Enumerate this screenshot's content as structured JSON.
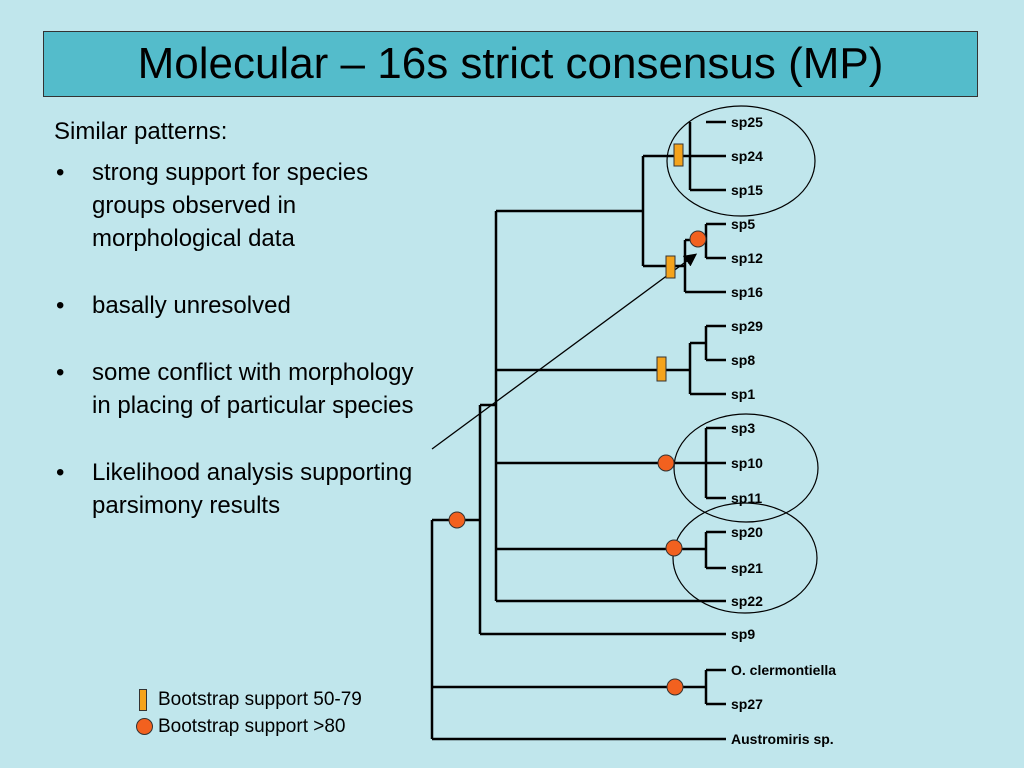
{
  "title": "Molecular – 16s strict consensus (MP)",
  "intro": "Similar patterns:",
  "bullets": [
    "strong support for species groups observed in morphological data",
    "basally unresolved",
    "some conflict with morphology in placing of particular species",
    "Likelihood analysis supporting parsimony results"
  ],
  "bullet_glyph": "•",
  "legend": {
    "bootstrap_mid": "Bootstrap support  50-79",
    "bootstrap_high": "Bootstrap support >80"
  },
  "colors": {
    "bootstrap_mid": "#f5a31b",
    "bootstrap_high": "#f2611f",
    "title_bg": "#54bccb",
    "slide_bg": "#c0e6ec"
  },
  "tree": {
    "taxa": [
      "sp25",
      "sp24",
      "sp15",
      "sp5",
      "sp12",
      "sp16",
      "sp29",
      "sp8",
      "sp1",
      "sp3",
      "sp10",
      "sp11",
      "sp20",
      "sp21",
      "sp22",
      "sp9",
      "O. clermontiella",
      "sp27",
      "Austromiris sp."
    ]
  }
}
